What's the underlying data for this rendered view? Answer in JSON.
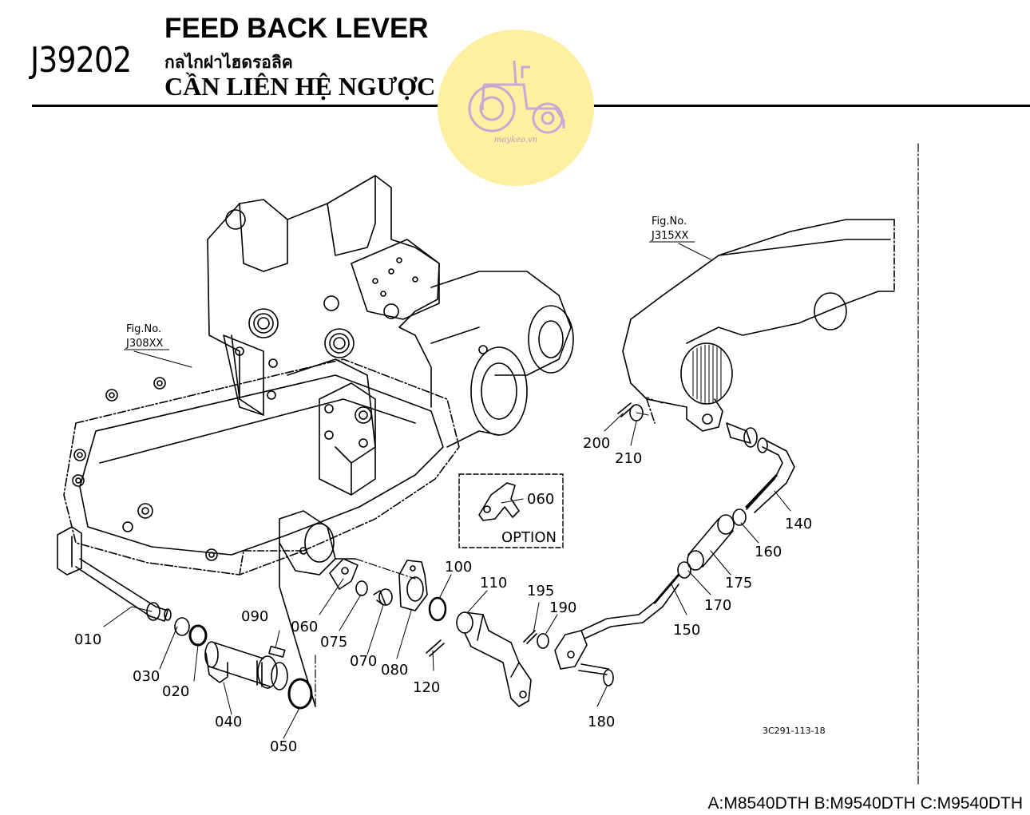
{
  "header": {
    "page_code": "J39202",
    "title_en": "FEED BACK LEVER",
    "title_th": "กลไกฝาไฮดรอลิค",
    "title_vi": "CẦN LIÊN HỆ NGƯỢC"
  },
  "watermark": {
    "text": "maykeo.vn",
    "color": "#fdf0a0"
  },
  "figure_refs": [
    {
      "label": "Fig.No.",
      "number": "J308XX"
    },
    {
      "label": "Fig.No.",
      "number": "J315XX"
    }
  ],
  "option_box": {
    "part": "060",
    "label": "OPTION"
  },
  "callouts": [
    "010",
    "020",
    "030",
    "040",
    "050",
    "060",
    "070",
    "075",
    "080",
    "090",
    "100",
    "110",
    "120",
    "140",
    "150",
    "160",
    "170",
    "175",
    "180",
    "190",
    "195",
    "200",
    "210"
  ],
  "drawing_number": "3C291-113-18",
  "models": "A:M8540DTH B:M9540DTH C:M9540DTH"
}
